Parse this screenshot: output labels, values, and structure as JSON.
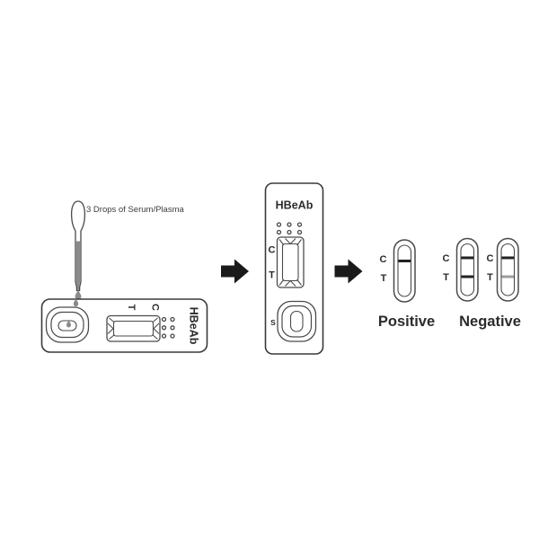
{
  "step1": {
    "drops_text": "3 Drops of Serum/Plasma",
    "cassette": {
      "brand": "HBeAb",
      "t_label": "T",
      "c_label": "C"
    }
  },
  "step2": {
    "cassette": {
      "brand": "HBeAb",
      "c_label": "C",
      "t_label": "T",
      "s_label": "S"
    }
  },
  "step3": {
    "positive": {
      "caption": "Positive",
      "c_label": "C",
      "t_label": "T"
    },
    "negative": {
      "caption": "Negative",
      "device_strong": {
        "c_label": "C",
        "t_label": "T"
      },
      "device_faint": {
        "c_label": "C",
        "t_label": "T"
      }
    }
  },
  "colors": {
    "outline": "#3a3a3a",
    "arrow": "#1a1a1a",
    "liquid": "#8a8a8a",
    "line_strong": "#222222",
    "line_faint": "#9e9e9e",
    "text": "#2b2b2b"
  }
}
